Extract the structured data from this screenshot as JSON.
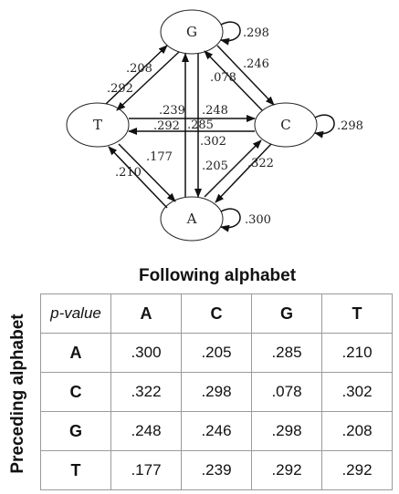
{
  "diagram": {
    "nodes": {
      "G": "G",
      "T": "T",
      "C": "C",
      "A": "A"
    },
    "edge_labels": {
      "G_self": ".298",
      "C_self": ".298",
      "A_self": ".300",
      "G_C": ".246",
      "C_G": ".078",
      "T_G_outer": ".208",
      "G_T_inner": ".292",
      "T_C_upper": ".239",
      "C_T_lower": ".292",
      "A_G_left": ".285",
      "G_A_right": ".248",
      "C_A": ".302",
      "A_C": ".205",
      "A_C_outer": ".322",
      "T_A": ".177",
      "A_T": ".210"
    }
  },
  "table": {
    "title": "Following alphabet",
    "row_axis_label": "Preceding alphabet",
    "corner": "p-value",
    "columns": [
      "A",
      "C",
      "G",
      "T"
    ],
    "rows": [
      {
        "label": "A",
        "values": [
          ".300",
          ".205",
          ".285",
          ".210"
        ]
      },
      {
        "label": "C",
        "values": [
          ".322",
          ".298",
          ".078",
          ".302"
        ]
      },
      {
        "label": "G",
        "values": [
          ".248",
          ".246",
          ".298",
          ".208"
        ]
      },
      {
        "label": "T",
        "values": [
          ".177",
          ".239",
          ".292",
          ".292"
        ]
      }
    ]
  }
}
